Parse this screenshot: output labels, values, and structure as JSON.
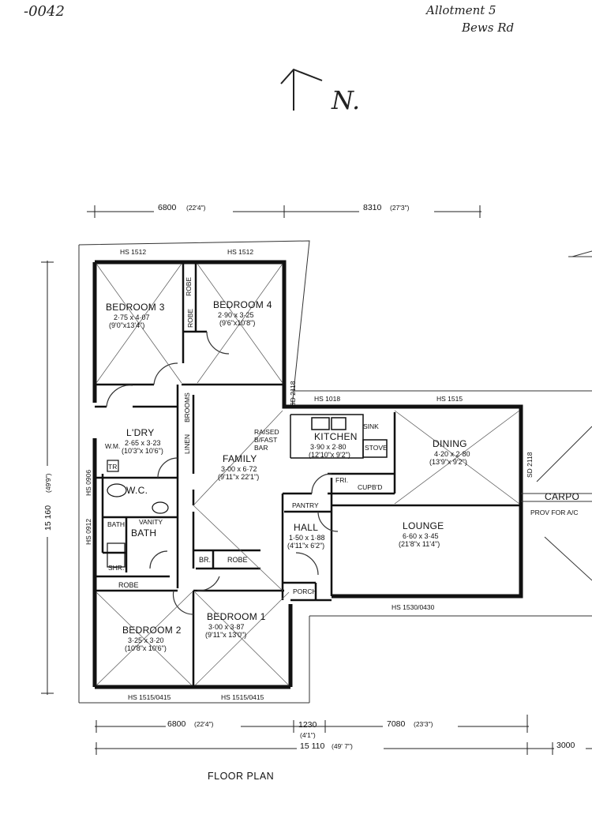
{
  "header": {
    "doc_number": "-0042",
    "address_line1": "Allotment 5",
    "address_line2": "Bews Rd",
    "north": "N."
  },
  "dimensions": {
    "top_left": "6800",
    "top_left_imp": "(22'4\")",
    "top_right": "8310",
    "top_right_imp": "(27'3\")",
    "left_total": "15 160",
    "left_total_imp": "(49'9\")",
    "bottom_left": "6800",
    "bottom_left_imp": "(22'4\")",
    "bottom_mid": "1230",
    "bottom_mid_imp": "(4'1\")",
    "bottom_right": "7080",
    "bottom_right_imp": "(23'3\")",
    "bottom_total": "15 110",
    "bottom_total_imp": "(49' 7\")",
    "far_right": "3000"
  },
  "rooms": {
    "bedroom3": {
      "name": "BEDROOM 3",
      "size": "2·75 x 4·07",
      "imp": "(9'0\"x13'4\")"
    },
    "bedroom4": {
      "name": "BEDROOM 4",
      "size": "2·90 x 3·25",
      "imp": "(9'6\"x10'8\")"
    },
    "laundry": {
      "name": "L'DRY",
      "size": "2·65 x 3·23",
      "imp": "(10'3\"x 10'6\")"
    },
    "family": {
      "name": "FAMILY",
      "size": "3·00 x 6·72",
      "imp": "(9'11\"x 22'1\")"
    },
    "kitchen": {
      "name": "KITCHEN",
      "size": "3·90 x 2·80",
      "imp": "(12'10\"x 9'2\")"
    },
    "dining": {
      "name": "DINING",
      "size": "4·20 x 2·80",
      "imp": "(13'9\"x 9'2\")"
    },
    "lounge": {
      "name": "LOUNGE",
      "size": "6·60 x 3·45",
      "imp": "(21'8\"x 11'4\")"
    },
    "hall": {
      "name": "HALL",
      "size": "1·50 x 1·88",
      "imp": "(4'11\"x 6'2\")"
    },
    "bedroom2": {
      "name": "BEDROOM 2",
      "size": "3·25 x 3·20",
      "imp": "(10'8\"x 10'6\")"
    },
    "bedroom1": {
      "name": "BEDROOM 1",
      "size": "3·00 x 3·87",
      "imp": "(9'11\"x 13'0\")"
    }
  },
  "fixtures": {
    "robe": "ROBE",
    "brooms": "BROOMS",
    "linen": "LINEN",
    "wm": "W.M.",
    "tr": "TR",
    "wc": "W.C.",
    "bath": "BATH",
    "vanity": "VANITY",
    "shr": "SHR.",
    "br": "BR.",
    "raised": "RAISED",
    "bfast": "B/FAST",
    "bar": "BAR",
    "sink": "SINK",
    "stove": "STOVE",
    "fri": "FRI.",
    "cupbd": "CUPB'D",
    "pantry": "PANTRY",
    "porch": "PORCH",
    "carport": "CARPO",
    "carport_note": "PROV FOR A/C"
  },
  "windows": {
    "hs1512_a": "HS 1512",
    "hs1512_b": "HS 1512",
    "hs1018": "HS 1018",
    "hs1515": "HS 1515",
    "sd2118_a": "SD 2118",
    "sd2118_b": "SD 2118",
    "hs0906": "HS 0906",
    "hs0912": "HS 0912",
    "hs1530": "HS 1530/0430",
    "hs1515_0415_a": "HS 1515/0415",
    "hs1515_0415_b": "HS 1515/0415"
  },
  "footer": {
    "title": "FLOOR PLAN"
  }
}
